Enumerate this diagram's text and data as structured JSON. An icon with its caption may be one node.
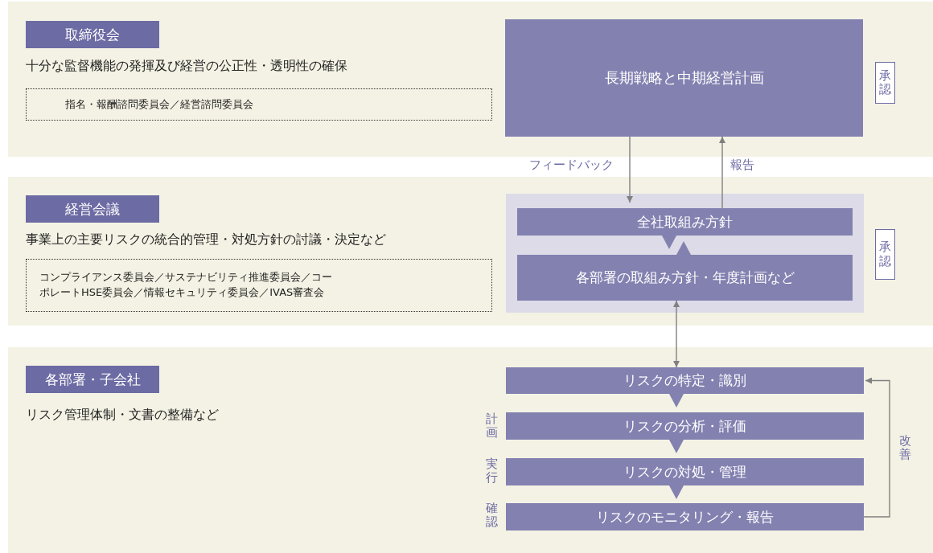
{
  "diagram": {
    "nodes": [
      {
        "text": [
          "取締役会"
        ]
      },
      {
        "text": [
          "指名・報酬諮問委員会／経営諮問委員会"
        ]
      },
      {
        "text": [
          "長期戦略と中期経営計画"
        ]
      },
      {
        "text": [
          "承認"
        ]
      },
      {
        "text": [
          "経営会議"
        ]
      },
      {
        "text": [
          "コンプライアンス委員会／サステナビリティ推進委員会／コーポレートHSE委員会／情報セキュリティ委員会／IVAS審査会"
        ]
      },
      {
        "text": [],
        "shape": "box"
      },
      {
        "text": [
          "全社取組み方針"
        ],
        "in": 6
      },
      {
        "text": [
          "各部署の取組み方針・年度計画など"
        ],
        "in": 6
      },
      {
        "text": [
          "承認"
        ]
      },
      {
        "text": [
          "各部署・子会社"
        ]
      },
      {
        "text": [
          "リスクの特定・識別"
        ]
      },
      {
        "text": [
          "リスクの分析・評価"
        ],
        "beside": [
          "計画"
        ]
      },
      {
        "text": [
          "リスクの対処・管理"
        ],
        "beside": [
          "実行"
        ]
      },
      {
        "text": [
          "リスクのモニタリング・報告"
        ],
        "beside": [
          "確認"
        ]
      }
    ],
    "edges": [
      {
        "from": 2,
        "to": 7,
        "arrow": "to",
        "label": "フィードバック"
      },
      {
        "from": 7,
        "to": 2,
        "arrow": "to",
        "label": "報告"
      },
      {
        "from": 7,
        "to": 8,
        "arrow": "to"
      },
      {
        "from": 8,
        "to": 7,
        "arrow": "to"
      },
      {
        "from": 8,
        "to": 11,
        "arrow": "both"
      },
      {
        "from": 11,
        "to": 12,
        "arrow": "to"
      },
      {
        "from": 12,
        "to": 13,
        "arrow": "to"
      },
      {
        "from": 13,
        "to": 14,
        "arrow": "to"
      },
      {
        "from": 14,
        "to": 11,
        "arrow": "to",
        "label": "改善"
      }
    ],
    "labels": [
      "十分な監督機能の発揮及び経営の公正性・透明性の確保",
      "事業上の主要リスクの統合的管理・対処方針の討議・決定など",
      "リスク管理体制・文書の整備など"
    ]
  }
}
